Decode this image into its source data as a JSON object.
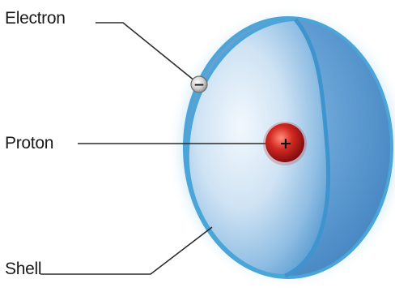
{
  "labels": {
    "electron": "Electron",
    "proton": "Proton",
    "shell": "Shell"
  },
  "symbols": {
    "electron_charge": "−",
    "proton_charge": "+"
  },
  "colors": {
    "shell_outline": "#4aa6d8",
    "shell_fill_light": "#dcecf8",
    "shell_fill_dark": "#4c8fc8",
    "glow": "#9fd3f2",
    "proton": "#c4161c",
    "electron": "#c7c7c7",
    "leader_line": "#2b2b2b"
  }
}
